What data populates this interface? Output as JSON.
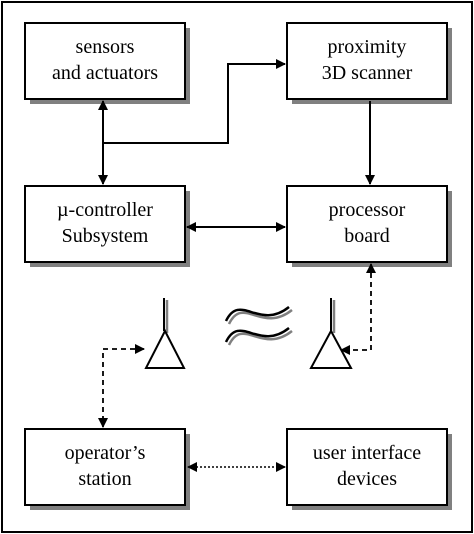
{
  "colors": {
    "stroke": "#000000",
    "box_shadow": "#808080",
    "background": "#ffffff"
  },
  "blocks": {
    "sensors": {
      "line1": "sensors",
      "line2": "and actuators"
    },
    "scanner": {
      "line1": "proximity",
      "line2": "3D scanner"
    },
    "controller": {
      "line1": "µ-controller",
      "line2": "Subsystem"
    },
    "processor": {
      "line1": "processor",
      "line2": "board"
    },
    "operator": {
      "line1": "operator’s",
      "line2": "station"
    },
    "ui_devices": {
      "line1": "user interface",
      "line2": "devices"
    }
  },
  "icons": {
    "left_antenna": "antenna-icon",
    "right_antenna": "antenna-icon",
    "wireless_signal": "wireless-wave-icon"
  }
}
